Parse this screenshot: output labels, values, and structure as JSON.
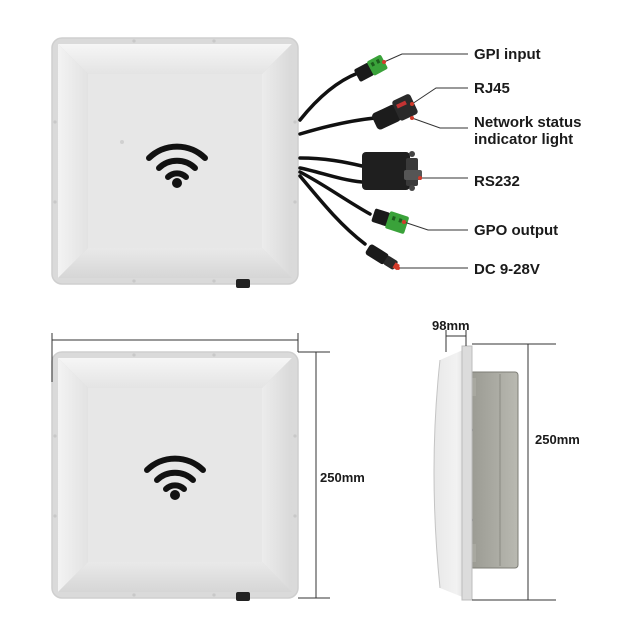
{
  "callouts": {
    "gpi_input": "GPI input",
    "rj45": "RJ45",
    "network_status_line1": "Network status",
    "network_status_line2": "indicator light",
    "rs232": "RS232",
    "gpo_output": "GPO output",
    "dc_power": "DC 9-28V"
  },
  "dimensions": {
    "front_height": "250mm",
    "side_depth": "98mm",
    "side_height": "250mm"
  },
  "colors": {
    "housing": "#ececec",
    "housing_edge": "#d4d4d4",
    "center_panel": "#e6e6e6",
    "cable": "#111111",
    "connector_green": "#3aa23a",
    "connector_red": "#d23a2a",
    "leader_line": "#333333"
  },
  "icons": [
    "wifi-icon",
    "cable-connector-icon"
  ]
}
